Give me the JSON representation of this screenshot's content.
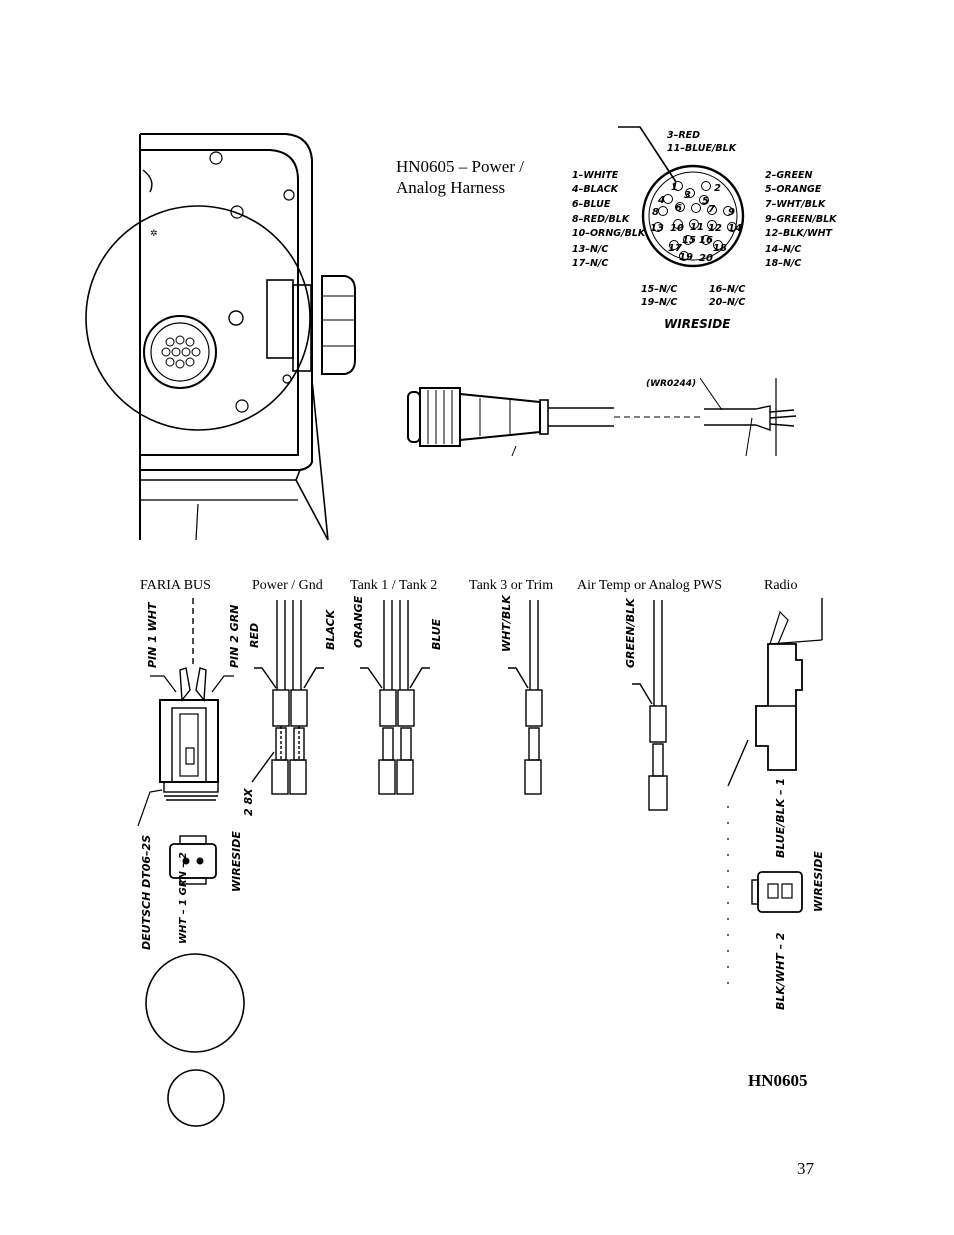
{
  "harness": {
    "title": "HN0605 – Power /\nAnalog Harness",
    "label": "HN0605"
  },
  "page_number": "37",
  "pinout": {
    "left_labels": [
      "1–WHITE",
      "4–BLACK",
      "6–BLUE",
      "8–RED/BLK",
      "10–ORNG/BLK",
      "13–N/C",
      "17–N/C"
    ],
    "right_labels": [
      "2–GREEN",
      "5–ORANGE",
      "7–WHT/BLK",
      "9–GREEN/BLK",
      "12–BLK/WHT",
      "14–N/C",
      "18–N/C"
    ],
    "top_labels": [
      "3–RED",
      "11–BLUE/BLK"
    ],
    "bottom_left_labels": [
      "15–N/C",
      "19–N/C"
    ],
    "bottom_right_labels": [
      "16–N/C",
      "20–N/C"
    ],
    "wireside": "WIRESIDE",
    "pin_numbers": [
      "1",
      "2",
      "3",
      "4",
      "5",
      "6",
      "7",
      "8",
      "9",
      "10",
      "11",
      "12",
      "13",
      "14",
      "15",
      "16",
      "17",
      "18",
      "19",
      "20"
    ]
  },
  "cable": {
    "part_label": "(WR0244)"
  },
  "columns": [
    {
      "label": "FARIA BUS"
    },
    {
      "label": "Power / Gnd"
    },
    {
      "label": "Tank 1 / Tank 2"
    },
    {
      "label": "Tank 3 or Trim"
    },
    {
      "label": "Air Temp or Analog PWS"
    },
    {
      "label": "Radio"
    }
  ],
  "wires": {
    "pin1": "PIN 1 WHT",
    "pin2": "PIN 2 GRN",
    "red": "RED",
    "black": "BLACK",
    "orange": "ORANGE",
    "blue": "BLUE",
    "wht_blk": "WHT/BLK",
    "green_blk": "GREEN/BLK",
    "count": "2 8X"
  },
  "deutsch": {
    "part": "DEUTSCH DT06–2S",
    "pins": "WHT – 1   GRN – 2",
    "wireside": "WIRESIDE"
  },
  "radio_connector": {
    "pin1": "BLUE/BLK – 1",
    "pin2": "BLK/WHT – 2",
    "wireside": "WIRESIDE"
  }
}
